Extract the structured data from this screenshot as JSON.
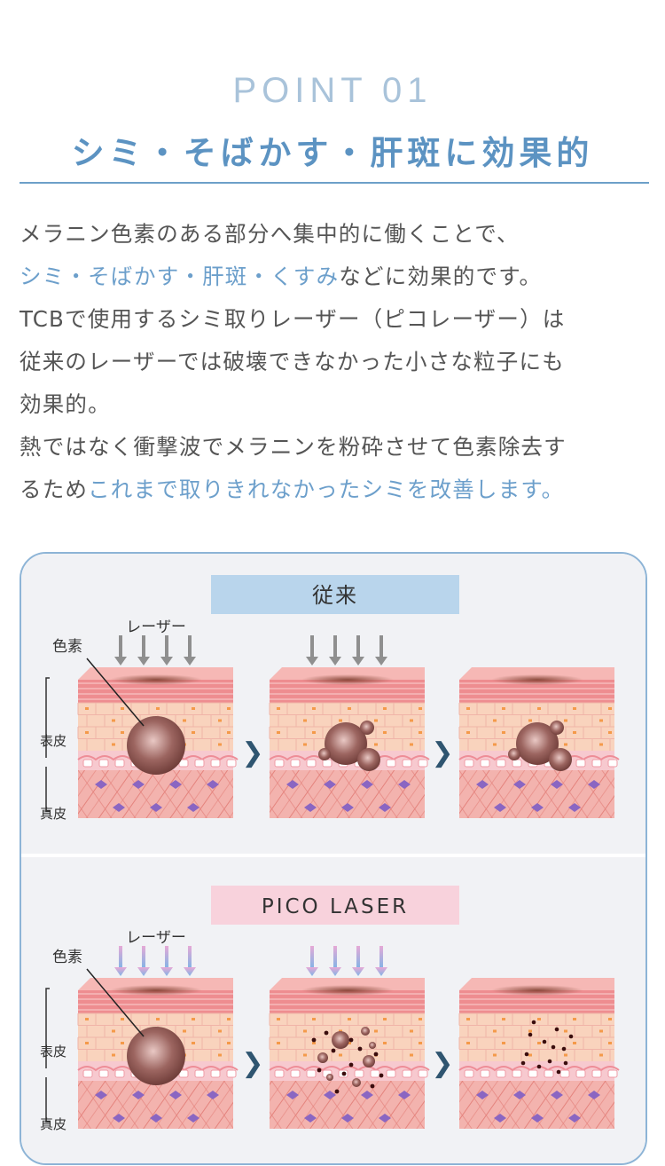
{
  "header": {
    "point_label": "POINT  01",
    "title": "シミ・そばかす・肝斑に効果的"
  },
  "paragraph": {
    "line1": "メラニン色素のある部分へ集中的に働くことで、",
    "line2_blue": "シミ・そばかす・肝斑・くすみ",
    "line2_rest": "などに効果的です。",
    "line3": "TCBで使用するシミ取りレーザー（ピコレーザー）は",
    "line4": "従来のレーザーでは破壊できなかった小さな粒子にも",
    "line5": "効果的。",
    "line6": "熱ではなく衝撃波でメラニンを粉砕させて色素除去す",
    "line7_plain": "るため",
    "line7_blue": "これまで取りきれなかったシミを改善します。"
  },
  "diagram": {
    "conventional": {
      "title": "従来",
      "laser_label": "レーザー",
      "pigment_label": "色素",
      "epidermis_label": "表皮",
      "dermis_label": "真皮"
    },
    "pico": {
      "title": "PICO LASER",
      "laser_label": "レーザー",
      "pigment_label": "色素",
      "epidermis_label": "表皮",
      "dermis_label": "真皮"
    },
    "arrow_glyph": "❯"
  },
  "colors": {
    "accent_blue": "#6c9fcb",
    "rule_blue": "#6da0c9",
    "conventional_title_bg": "#b9d5ec",
    "pico_title_bg": "#f8d2dc",
    "skin_pink": "#f2a6a4",
    "pigment_brown": "#8c5550"
  }
}
